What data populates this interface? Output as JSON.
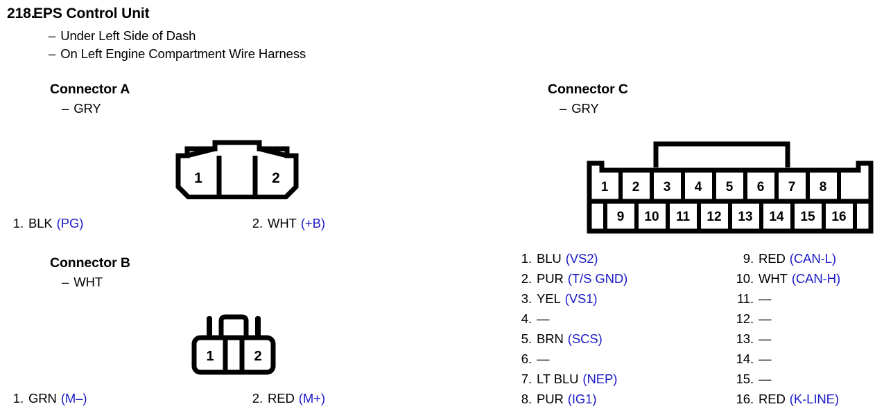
{
  "header": {
    "number": "218.",
    "title": "EPS Control Unit",
    "dash": "–",
    "locations": [
      "Under Left Side of Dash",
      "On Left Engine Compartment Wire Harness"
    ]
  },
  "connectors": [
    {
      "id": "a",
      "heading": "Connector A",
      "color": "GRY",
      "pin_count": 2,
      "diagram_pins": [
        "1",
        "2"
      ],
      "pins": [
        {
          "index": "1.",
          "wire": "BLK",
          "signal": "(PG)"
        },
        {
          "index": "2.",
          "wire": "WHT",
          "signal": "(+B)"
        }
      ]
    },
    {
      "id": "b",
      "heading": "Connector B",
      "color": "WHT",
      "pin_count": 2,
      "diagram_pins": [
        "1",
        "2"
      ],
      "pins": [
        {
          "index": "1.",
          "wire": "GRN",
          "signal": "(M–)"
        },
        {
          "index": "2.",
          "wire": "RED",
          "signal": "(M+)"
        }
      ]
    },
    {
      "id": "c",
      "heading": "Connector C",
      "color": "GRY",
      "pin_count": 16,
      "diagram_row_top": [
        "1",
        "2",
        "3",
        "4",
        "5",
        "6",
        "7",
        "8"
      ],
      "diagram_row_bottom": [
        "9",
        "10",
        "11",
        "12",
        "13",
        "14",
        "15",
        "16"
      ],
      "pins_left": [
        {
          "index": "1.",
          "wire": "BLU",
          "signal": "(VS2)"
        },
        {
          "index": "2.",
          "wire": "PUR",
          "signal": "(T/S GND)"
        },
        {
          "index": "3.",
          "wire": "YEL",
          "signal": "(VS1)"
        },
        {
          "index": "4.",
          "wire": "—",
          "signal": ""
        },
        {
          "index": "5.",
          "wire": "BRN",
          "signal": "(SCS)"
        },
        {
          "index": "6.",
          "wire": "—",
          "signal": ""
        },
        {
          "index": "7.",
          "wire": "LT BLU",
          "signal": "(NEP)"
        },
        {
          "index": "8.",
          "wire": "PUR",
          "signal": "(IG1)"
        }
      ],
      "pins_right": [
        {
          "index": "9.",
          "wire": "RED",
          "signal": "(CAN-L)"
        },
        {
          "index": "10.",
          "wire": "WHT",
          "signal": "(CAN-H)"
        },
        {
          "index": "11.",
          "wire": "—",
          "signal": ""
        },
        {
          "index": "12.",
          "wire": "—",
          "signal": ""
        },
        {
          "index": "13.",
          "wire": "—",
          "signal": ""
        },
        {
          "index": "14.",
          "wire": "—",
          "signal": ""
        },
        {
          "index": "15.",
          "wire": "—",
          "signal": ""
        },
        {
          "index": "16.",
          "wire": "RED",
          "signal": "(K-LINE)"
        }
      ]
    }
  ],
  "colors": {
    "ink": "#000000",
    "signal": "#1a1ac8",
    "page": "#ffffff"
  }
}
